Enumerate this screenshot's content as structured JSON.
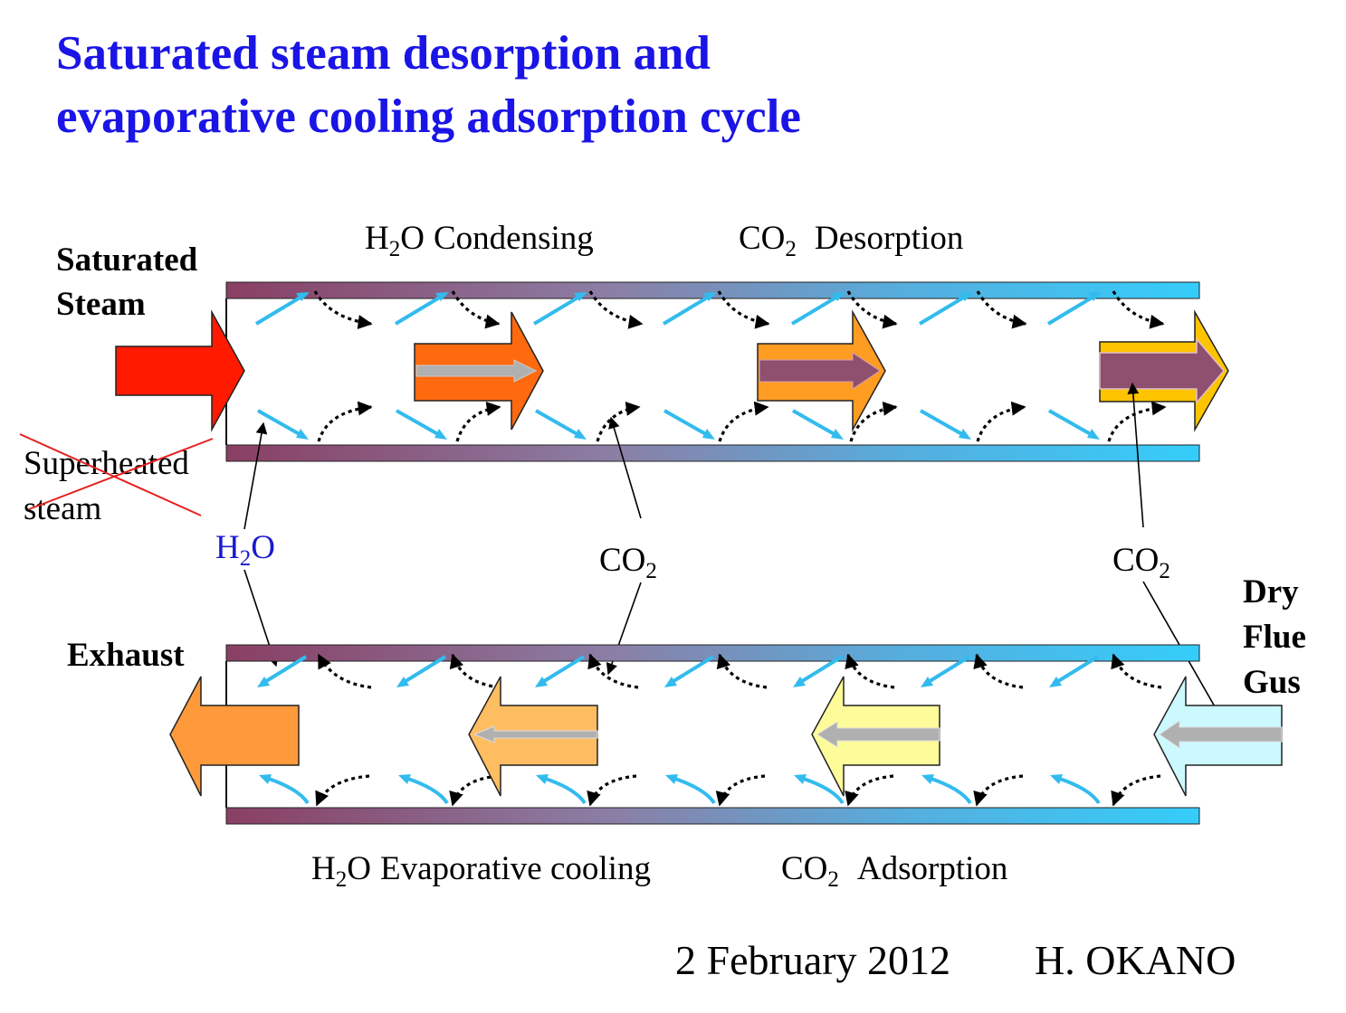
{
  "title": {
    "line1": "Saturated steam desorption and",
    "line2": "evaporative cooling adsorption cycle"
  },
  "labels": {
    "saturated_steam_1": "Saturated",
    "saturated_steam_2": "Steam",
    "superheated_1": "Superheated",
    "superheated_2": "steam",
    "exhaust": "Exhaust",
    "dry_flue_1": "Dry",
    "dry_flue_2": "Flue",
    "dry_flue_3": "Gus"
  },
  "upper_tube": {
    "zone_1": {
      "species_main": "H",
      "species_sub": "2",
      "species_tail": "O",
      "process": "Condensing"
    },
    "zone_2": {
      "species_main": "CO",
      "species_sub": "2",
      "process": "Desorption"
    }
  },
  "lower_tube": {
    "zone_1": {
      "species_main": "H",
      "species_sub": "2",
      "species_tail": "O",
      "process": "Evaporative cooling"
    },
    "zone_2": {
      "species_main": "CO",
      "species_sub": "2",
      "process": "Adsorption"
    }
  },
  "callouts": {
    "water": {
      "main": "H",
      "sub": "2",
      "tail": "O"
    },
    "co2_middle": {
      "main": "CO",
      "sub": "2"
    },
    "co2_right": {
      "main": "CO",
      "sub": "2"
    }
  },
  "footer": {
    "date": "2 February 2012",
    "author": "H. OKANO"
  },
  "colors": {
    "title": "#1a14e6",
    "water_arrow": "#33bbee",
    "tube_left": "#8a3f63",
    "tube_right": "#35cdfa",
    "steam_arrow": "#ff1a00",
    "water_label": "#1a1acc",
    "strike": "#e52020"
  },
  "icons": {
    "h2o_arrows": "cyan-straight-arrow",
    "co2_arrows": "black-dotted-curved-arrow",
    "flow_arrows": "block-arrow"
  }
}
